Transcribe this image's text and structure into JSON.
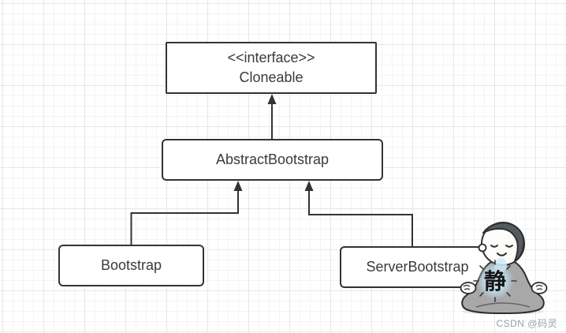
{
  "diagram": {
    "nodes": [
      {
        "id": "cloneable",
        "stereotype": "<<interface>>",
        "name": "Cloneable"
      },
      {
        "id": "abstract-bootstrap",
        "name": "AbstractBootstrap"
      },
      {
        "id": "bootstrap",
        "name": "Bootstrap"
      },
      {
        "id": "server-bootstrap",
        "name": "ServerBootstrap"
      }
    ],
    "edges": [
      {
        "from": "abstract-bootstrap",
        "to": "cloneable",
        "type": "inheritance"
      },
      {
        "from": "bootstrap",
        "to": "abstract-bootstrap",
        "type": "inheritance"
      },
      {
        "from": "server-bootstrap",
        "to": "abstract-bootstrap",
        "type": "inheritance"
      }
    ]
  },
  "mascot": {
    "glyph": "静"
  },
  "watermark": {
    "text": "CSDN @码灵"
  },
  "colors": {
    "line": "#333333",
    "box_border": "#333333",
    "box_fill": "#ffffff",
    "text": "#3a3a3a",
    "grid_minor": "#f4f4f4",
    "grid_major": "#e7e7e7",
    "robe": "#a8a8a8",
    "hair": "#565b62",
    "glow": "#bfe2f2",
    "watermark": "#9aa0a6"
  }
}
